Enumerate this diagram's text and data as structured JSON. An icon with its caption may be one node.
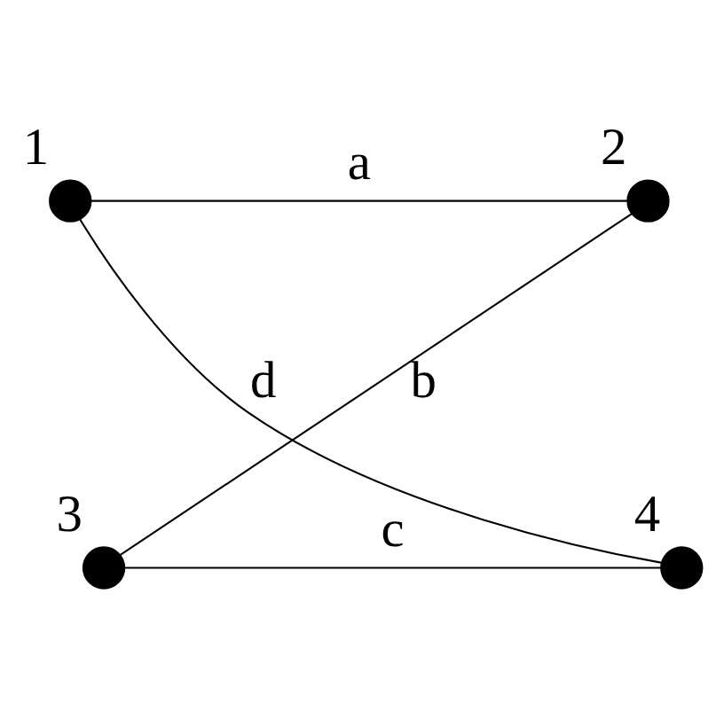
{
  "diagram": {
    "nodes": [
      {
        "text": [],
        "shape": "circle",
        "beside": [
          "1"
        ]
      },
      {
        "text": [],
        "shape": "circle",
        "beside": [
          "2"
        ]
      },
      {
        "text": [],
        "shape": "circle",
        "beside": [
          "4"
        ]
      },
      {
        "text": [],
        "shape": "circle",
        "beside": [
          "3"
        ]
      }
    ],
    "edges": [
      {
        "from": 0,
        "to": 1,
        "arrow": "none",
        "label": "a"
      },
      {
        "from": 1,
        "to": 3,
        "arrow": "none",
        "label": "b"
      },
      {
        "from": 3,
        "to": 2,
        "arrow": "none",
        "label": "c"
      },
      {
        "from": 0,
        "to": 2,
        "arrow": "none",
        "label": "d"
      }
    ]
  }
}
